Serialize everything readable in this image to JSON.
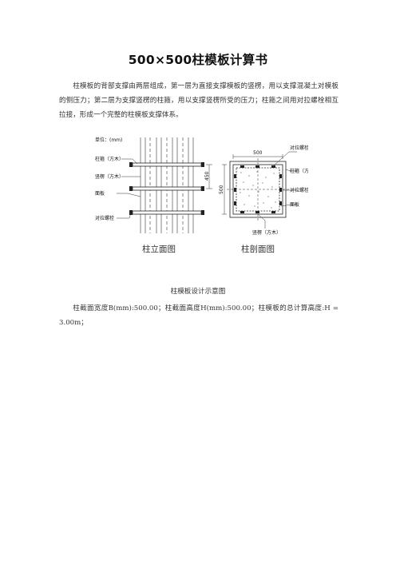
{
  "document": {
    "title": "500×500柱模板计算书",
    "intro": "柱模板的背部支撑由两层组成，第一层为直接支撑模板的竖楞，用以支撑混凝土对模板的侧压力；第二层为支撑竖楞的柱箍，用以支撑竖楞所受的压力；柱箍之间用对拉螺栓相互拉接，形成一个完整的柱模板支撑体系。",
    "figure": {
      "unit_label": "单位：(mm)",
      "elev_labels": [
        "柱箍（方木）",
        "竖楞（方木）",
        "面板",
        "对拉螺栓"
      ],
      "section_labels": [
        "对拉螺栓",
        "柱箍（方木）",
        "对拉螺栓",
        "面板",
        "竖楞（方木）"
      ],
      "dim_500_top": "500",
      "dim_500_side": "500",
      "dim_450": "450",
      "elev_caption": "柱立面图",
      "section_caption": "柱剖面图"
    },
    "caption": "柱模板设计示意图",
    "params_text": "柱截面宽度B(mm):500.00；柱截面高度H(mm):500.00；柱模板的总计算高度:H = 3.00m；"
  }
}
